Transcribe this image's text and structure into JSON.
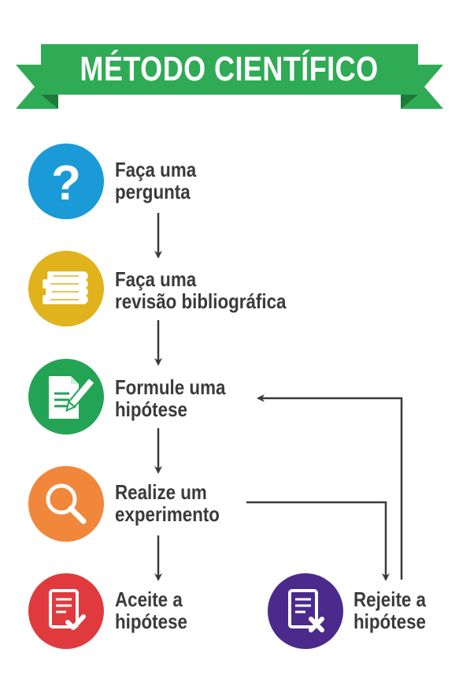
{
  "title": "MÉTODO CIENTÍFICO",
  "colors": {
    "banner": "#2faa55",
    "banner_fold": "#1e7a3a",
    "text": "#3a3a3a",
    "arrow": "#3a3a3a",
    "question": "#1a9ad6",
    "books": "#e0b21c",
    "formulate": "#23a455",
    "experiment": "#f0873a",
    "accept": "#e03a3e",
    "reject": "#4b2a8c"
  },
  "steps": [
    {
      "id": "ask-question",
      "icon": "question-mark-icon",
      "label_lines": [
        "Faça uma",
        "pergunta"
      ]
    },
    {
      "id": "literature-review",
      "icon": "books-icon",
      "label_lines": [
        "Faça uma",
        "revisão bibliográfica"
      ]
    },
    {
      "id": "formulate-hypothesis",
      "icon": "document-pencil-icon",
      "label_lines": [
        "Formule uma",
        "hipótese"
      ]
    },
    {
      "id": "run-experiment",
      "icon": "magnifying-glass-icon",
      "label_lines": [
        "Realize um",
        "experimento"
      ]
    },
    {
      "id": "accept-hypothesis",
      "icon": "document-check-icon",
      "label_lines": [
        "Aceite a",
        "hipótese"
      ]
    },
    {
      "id": "reject-hypothesis",
      "icon": "document-cross-icon",
      "label_lines": [
        "Rejeite a",
        "hipótese"
      ]
    }
  ]
}
